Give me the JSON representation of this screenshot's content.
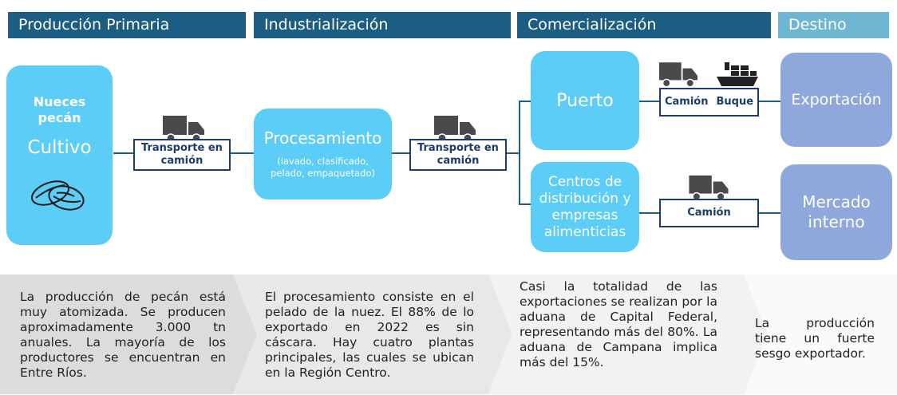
{
  "headers": {
    "produccion": "Producción Primaria",
    "industrializacion": "Industrialización",
    "comercializacion": "Comercialización",
    "destino": "Destino"
  },
  "cultivo": {
    "subtitle": "Nueces pecán",
    "title": "Cultivo"
  },
  "transporte1": "Transporte en camión",
  "procesamiento": {
    "title": "Procesamiento",
    "detail": "(lavado, clasificado, pelado, empaquetado)"
  },
  "transporte2": "Transporte en camión",
  "puerto": "Puerto",
  "centros": "Centros de distribución y empresas alimenticias",
  "puerto_transport": {
    "camion": "Camión",
    "buque": "Buque"
  },
  "centros_transport": "Camión",
  "exportacion": "Exportación",
  "mercado": "Mercado interno",
  "notes": {
    "produccion": "La producción de pecán está muy atomizada. Se producen aproximadamente 3.000 tn anuales. La mayoría de los productores se encuentran en Entre Ríos.",
    "industrializacion": "El procesamiento consiste en el pelado de la nuez. El 88% de lo exportado en 2022 es sin cáscara. Hay cuatro plantas principales, las cuales se ubican en la Región Centro.",
    "comercializacion": "Casi la totalidad de las exportaciones se realizan por la aduana de Capital Federal, representando más del 80%. La aduana de Campana implica más del 15%.",
    "destino": "La producción tiene un fuerte sesgo exportador."
  },
  "colors": {
    "header_dark": "#1c5d83",
    "header_light": "#6fb6d2",
    "cyan": "#5bcdf7",
    "lavender": "#8ea8dc",
    "note_bg": "#dcdcdc"
  },
  "icons": [
    "truck-icon",
    "ship-icon",
    "pecan-nuts-icon"
  ]
}
